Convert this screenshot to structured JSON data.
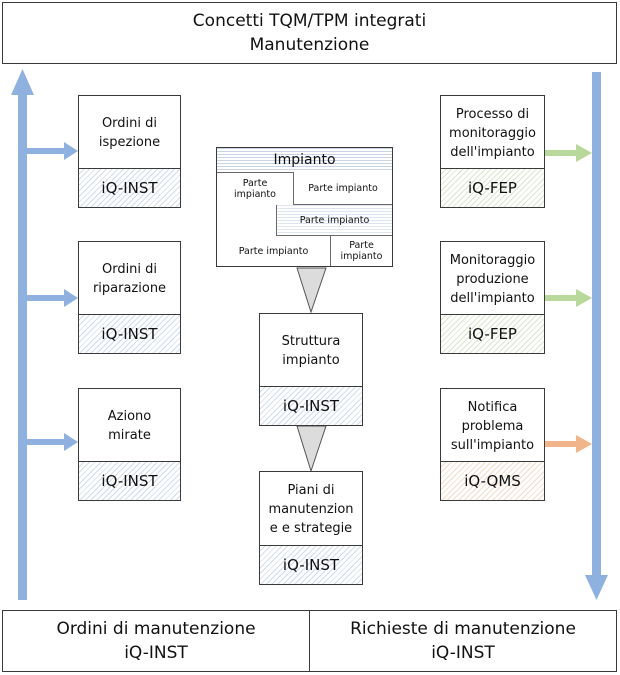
{
  "header": {
    "line1": "Concetti TQM/TPM integrati",
    "line2": "Manutenzione"
  },
  "left_column": [
    {
      "title": "Ordini di\nispezione",
      "system": "iQ-INST"
    },
    {
      "title": "Ordini di\nriparazione",
      "system": "iQ-INST"
    },
    {
      "title": "Aziono\nmirate",
      "system": "iQ-INST"
    }
  ],
  "center": {
    "plant": {
      "title": "Impianto",
      "parts": [
        "Parte\nimpianto",
        "Parte impianto",
        "Parte impianto",
        "Parte impianto",
        "Parte\nimpianto"
      ]
    },
    "structure": {
      "title": "Struttura\nimpianto",
      "system": "iQ-INST"
    },
    "plans": {
      "title": "Piani di\nmanutenzion\ne e strategie",
      "system": "iQ-INST"
    }
  },
  "right_column": [
    {
      "title": "Processo di\nmonitoraggio\ndell'impianto",
      "system": "iQ-FEP",
      "hatch": "green"
    },
    {
      "title": "Monitoraggio\nproduzione\ndell'impianto",
      "system": "iQ-FEP",
      "hatch": "green"
    },
    {
      "title": "Notifica\nproblema\nsull'impianto",
      "system": "iQ-QMS",
      "hatch": "orange"
    }
  ],
  "footer": [
    {
      "title": "Ordini di manutenzione",
      "system": "iQ-INST"
    },
    {
      "title": "Richieste di manutenzione",
      "system": "iQ-INST"
    }
  ],
  "colors": {
    "blue_arrow": "#8eb1e0",
    "green_arrow": "#b9d89b",
    "orange_arrow": "#f2b48a",
    "triangle_fill": "#dcdcdc"
  }
}
